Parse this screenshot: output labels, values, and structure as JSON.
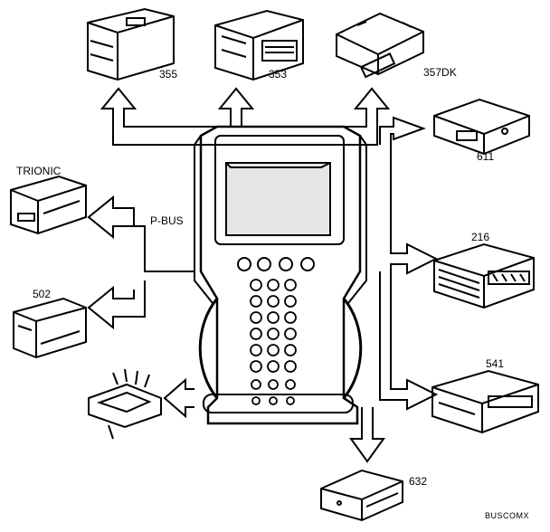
{
  "labels": {
    "m355": "355",
    "m353": "353",
    "m357dk": "357DK",
    "m611": "611",
    "trionic": "TRIONIC",
    "pbus": "P-BUS",
    "m216": "216",
    "m502": "502",
    "m541": "541",
    "m632": "632",
    "code": "BUSCOMX"
  },
  "icons": {
    "scanner": "handheld-scan-tool",
    "module": "control-module-box",
    "connector": "diagnostic-connector"
  },
  "colors": {
    "line": "#000000",
    "background": "#ffffff",
    "screen_fill": "#e6e6e6"
  }
}
